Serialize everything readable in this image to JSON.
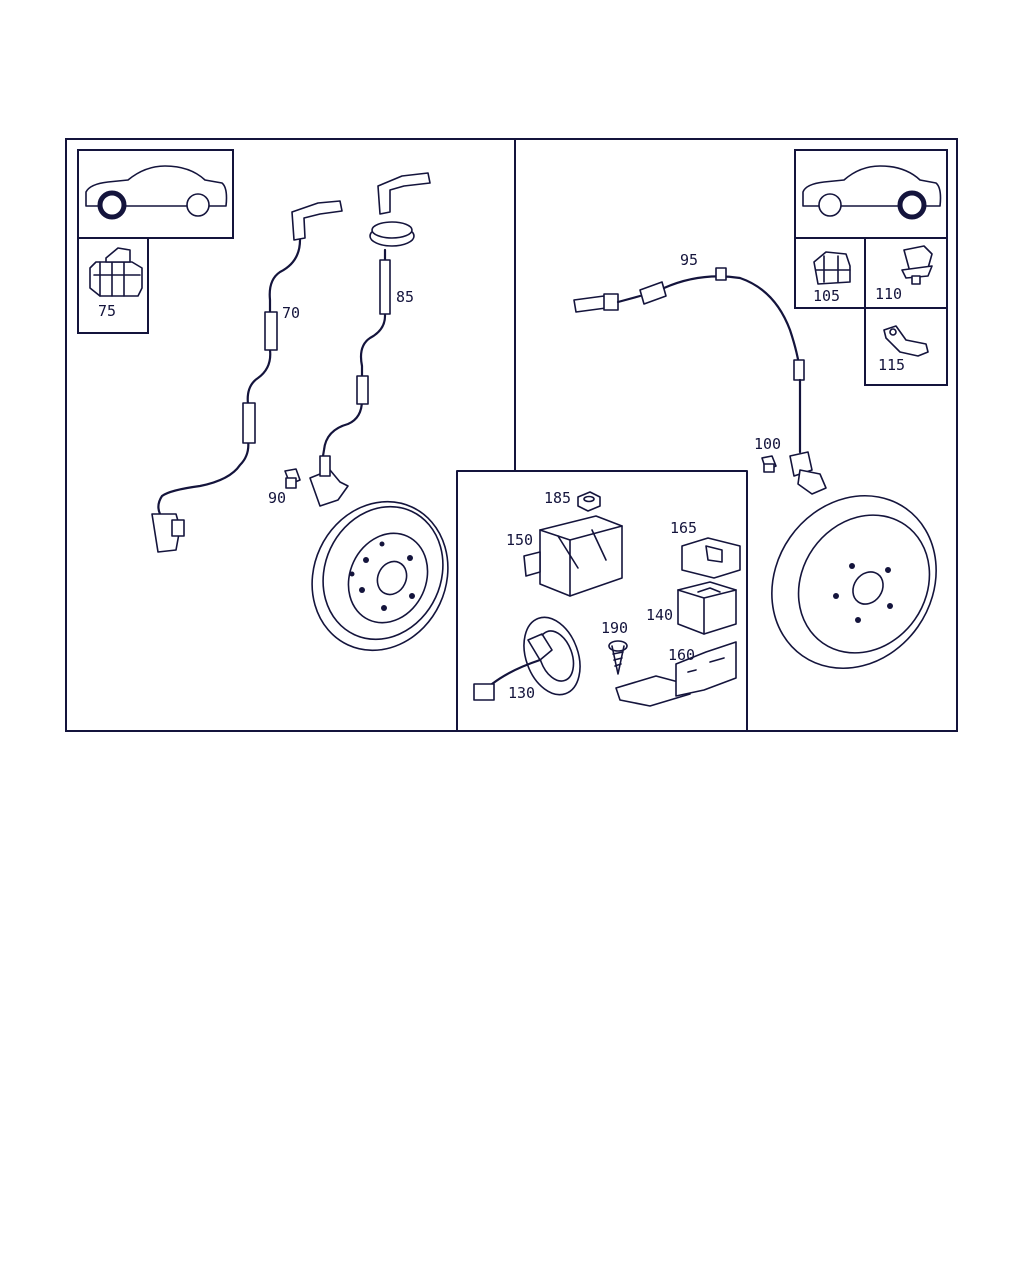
{
  "colors": {
    "line": "#14143c",
    "background": "#ffffff"
  },
  "panels": {
    "front": {
      "vehicle_icon": "car-front-wheel-highlight-icon",
      "labels": {
        "p75": "75",
        "p70": "70",
        "p85": "85",
        "p90": "90"
      }
    },
    "rear": {
      "vehicle_icon": "car-rear-wheel-highlight-icon",
      "labels": {
        "p95": "95",
        "p100": "100",
        "p105": "105",
        "p110": "110",
        "p115": "115"
      }
    },
    "center": {
      "labels": {
        "p185": "185",
        "p150": "150",
        "p165": "165",
        "p140": "140",
        "p190": "190",
        "p160": "160",
        "p130": "130"
      }
    }
  }
}
